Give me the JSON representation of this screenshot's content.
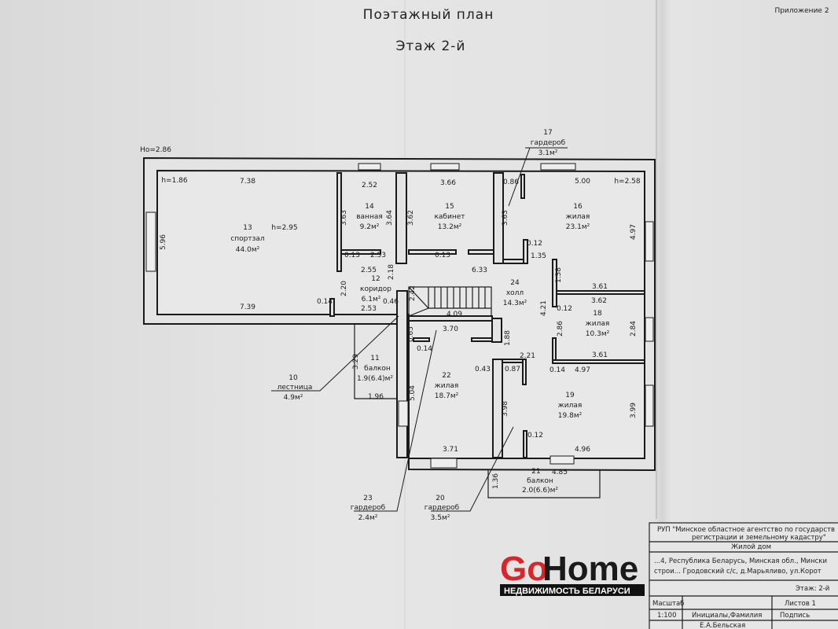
{
  "header": {
    "title": "Поэтажный план",
    "floor": "Этаж 2-й",
    "appendix": "Приложение 2"
  },
  "rooms": [
    {
      "num": "13",
      "name": "спортзал",
      "area": "44.0м²"
    },
    {
      "num": "14",
      "name": "ванная",
      "area": "9.2м²"
    },
    {
      "num": "15",
      "name": "кабинет",
      "area": "13.2м²"
    },
    {
      "num": "16",
      "name": "жилая",
      "area": "23.1м²"
    },
    {
      "num": "12",
      "name": "коридор",
      "area": "6.1м²"
    },
    {
      "num": "24",
      "name": "холл",
      "area": "14.3м²"
    },
    {
      "num": "18",
      "name": "жилая",
      "area": "10.3м²"
    },
    {
      "num": "22",
      "name": "жилая",
      "area": "18.7м²"
    },
    {
      "num": "19",
      "name": "жилая",
      "area": "19.8м²"
    },
    {
      "num": "11",
      "name": "балкон",
      "area": "1.9(6.4)м²"
    },
    {
      "num": "21",
      "name": "балкон",
      "area": "2.0(6.6)м²"
    },
    {
      "num": "10",
      "name": "лестница",
      "area": "4.9м²"
    },
    {
      "num": "23",
      "name": "гардероб",
      "area": "2.4м²"
    },
    {
      "num": "20",
      "name": "гардероб",
      "area": "3.5м²"
    },
    {
      "num": "17",
      "name": "гардероб",
      "area": "3.1м²"
    }
  ],
  "heights": {
    "outer": "Ho=2.86",
    "gym_low": "h=1.86",
    "gym": "h=2.95",
    "room16": "h=2.58"
  },
  "dims_h": [
    "7.38",
    "2.52",
    "3.66",
    "0.86",
    "5.00",
    "0.13",
    "2.53",
    "2.55",
    "0.13",
    "6.33",
    "0.12",
    "1.35",
    "3.61",
    "3.62",
    "0.12",
    "0.14",
    "7.39",
    "0.46",
    "2.53",
    "4.09",
    "3.70",
    "0.14",
    "2.21",
    "0.43",
    "0.87",
    "3.61",
    "0.14",
    "4.97",
    "1.96",
    "0.12",
    "3.71",
    "4.96",
    "4.85"
  ],
  "dims_v": [
    "5.96",
    "3.63",
    "3.64",
    "3.62",
    "3.63",
    "4.97",
    "2.20",
    "2.18",
    "2.42",
    "3.29",
    "5.04",
    "1.88",
    "0.65",
    "4.21",
    "2.86",
    "2.84",
    "1.38",
    "3.98",
    "3.99",
    "1.36"
  ],
  "title_block": {
    "org_line1": "РУП \"Минское областное агентство по государств",
    "org_line2": "регистрации и земельному кадастру\"",
    "object": "Жилой дом",
    "address1": "...4, Республика Беларусь, Минская обл., Мински",
    "address2": "строи... Гродовский с/с, д.Марьяливо, ул.Корот",
    "floor": "Этаж: 2-й",
    "sheets": "Листов 1",
    "scale_label": "Масштаб",
    "scale": "1:100",
    "names_label": "Инициалы,Фамилия",
    "signature_label": "Подпись",
    "person": "Е.А.Бельская"
  },
  "watermark": {
    "go": "Go",
    "home": "Home",
    "subtitle": "НЕДВИЖИМОСТЬ БЕЛАРУСИ",
    "go_color": "#d8262a"
  }
}
